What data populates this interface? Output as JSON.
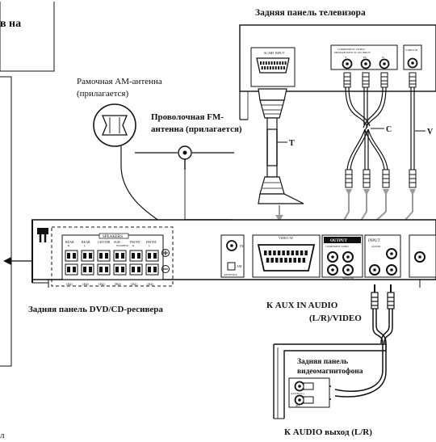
{
  "labels": {
    "tv_rear_panel": "Задняя панель телевизора",
    "am_antenna_line1": "Рамочная АМ-антенна",
    "am_antenna_line2": "(прилагается)",
    "fm_antenna_line1": "Проволочная FM-",
    "fm_antenna_line2": "антенна (прилагается)",
    "receiver_rear_panel": "Задняя панель DVD/CD-ресивера",
    "aux_in_line1": "К AUX IN AUDIO",
    "aux_in_line2": "(L/R)/VIDEO",
    "vcr_panel_line1": "Задняя панель",
    "vcr_panel_line2": "видеомагнитофона",
    "audio_out": "К AUDIO выход (L/R)",
    "top_left_fragment": "в на",
    "bottom_left_fragment": "л"
  },
  "cable_letters": {
    "scart": "T",
    "component": "C",
    "video": "V"
  },
  "tv_jacks": {
    "scart_input": "SCART INPUT",
    "component_input_line1": "COMPONENT VIDEO /",
    "component_input_line2": "PROGRESSIVE SCAN INPUT",
    "video_in": "VIDEO IN",
    "comp_y": "Y",
    "comp_pb": "Pb",
    "comp_pr": "Pr"
  },
  "receiver_jacks": {
    "speakers": "SPEAKERS",
    "speaker_columns": [
      {
        "name": "REAR",
        "side": "R",
        "imp": "(4Ω)"
      },
      {
        "name": "REAR",
        "side": "L",
        "imp": "(4Ω)"
      },
      {
        "name": "CENTER",
        "side": "",
        "imp": "(4Ω)"
      },
      {
        "name": "SUB",
        "side": "WOOFER",
        "imp": "(8Ω)"
      },
      {
        "name": "FRONT",
        "side": "R",
        "imp": "(4Ω)"
      },
      {
        "name": "FRONT",
        "side": "L",
        "imp": "(4Ω)"
      }
    ],
    "fm": "FM",
    "am": "AM",
    "antenna": "ANTENNA",
    "video_av": "VIDEO AV",
    "output": "OUTPUT",
    "component_out": "COMPONENT VIDEO",
    "input": "INPUT",
    "audio": "AUDIO",
    "monitor": "MONITOR"
  },
  "vcr_jacks": {
    "audio_l": "AUDIO (L)",
    "audio_r": "(R)"
  }
}
